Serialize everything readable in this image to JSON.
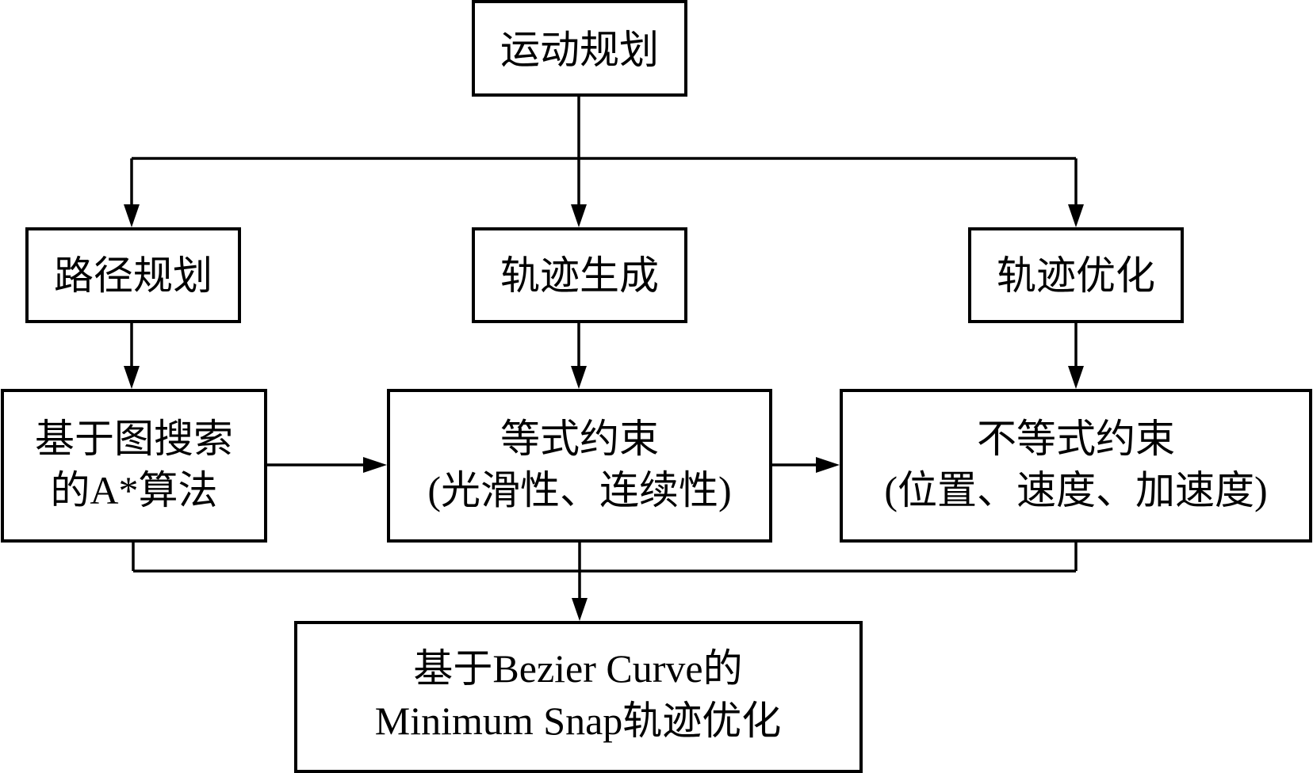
{
  "diagram": {
    "type": "flowchart",
    "colors": {
      "stroke": "#000000",
      "background": "#ffffff",
      "text": "#000000"
    },
    "nodes": [
      {
        "id": "motion_planning",
        "lines": [
          "运动规划"
        ]
      },
      {
        "id": "path_planning",
        "lines": [
          "路径规划"
        ]
      },
      {
        "id": "trajectory_generation",
        "lines": [
          "轨迹生成"
        ]
      },
      {
        "id": "trajectory_optimization",
        "lines": [
          "轨迹优化"
        ]
      },
      {
        "id": "graph_search_astar",
        "lines": [
          "基于图搜索",
          "的A*算法"
        ]
      },
      {
        "id": "equality_constraints",
        "lines": [
          "等式约束",
          "(光滑性、连续性)"
        ]
      },
      {
        "id": "inequality_constraints",
        "lines": [
          "不等式约束",
          "(位置、速度、加速度)"
        ]
      },
      {
        "id": "bezier_minimum_snap",
        "lines": [
          "基于Bezier Curve的",
          "Minimum Snap轨迹优化"
        ]
      }
    ],
    "edges": [
      {
        "from": "motion_planning",
        "to": "path_planning"
      },
      {
        "from": "motion_planning",
        "to": "trajectory_generation"
      },
      {
        "from": "motion_planning",
        "to": "trajectory_optimization"
      },
      {
        "from": "path_planning",
        "to": "graph_search_astar"
      },
      {
        "from": "trajectory_generation",
        "to": "equality_constraints"
      },
      {
        "from": "trajectory_optimization",
        "to": "inequality_constraints"
      },
      {
        "from": "graph_search_astar",
        "to": "equality_constraints"
      },
      {
        "from": "equality_constraints",
        "to": "inequality_constraints"
      },
      {
        "from": "graph_search_astar",
        "to": "bezier_minimum_snap"
      },
      {
        "from": "equality_constraints",
        "to": "bezier_minimum_snap"
      },
      {
        "from": "inequality_constraints",
        "to": "bezier_minimum_snap"
      }
    ]
  }
}
